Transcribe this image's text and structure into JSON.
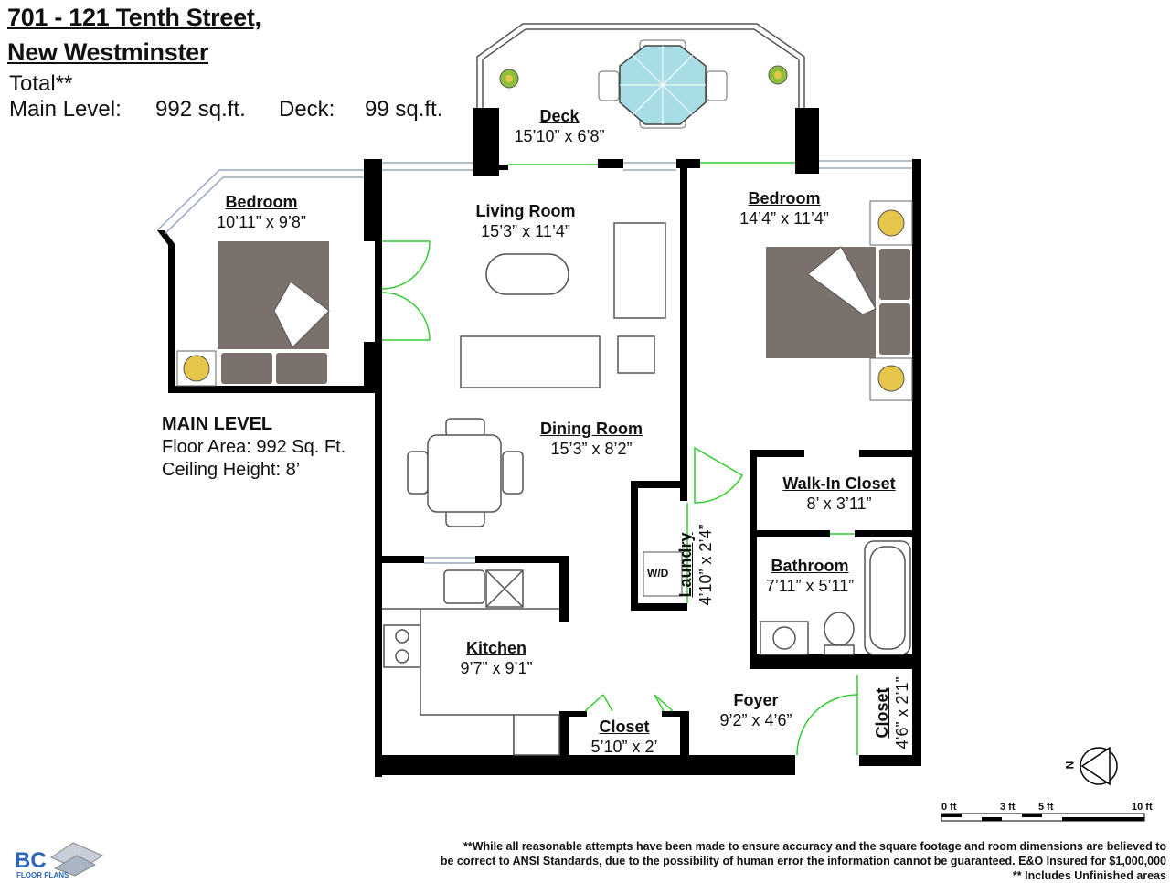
{
  "header": {
    "address_line1": "701 - 121 Tenth Street,",
    "address_line2": "New Westminster"
  },
  "totals": {
    "label": "Total**",
    "main_level_label": "Main Level:",
    "main_level_value": "992 sq.ft.",
    "deck_label": "Deck:",
    "deck_value": "99 sq.ft."
  },
  "main_level_info": {
    "title": "MAIN LEVEL",
    "floor_area": "Floor Area: 992 Sq. Ft.",
    "ceiling_height": "Ceiling Height: 8’"
  },
  "rooms": {
    "deck": {
      "name": "Deck",
      "dims": "15’10” x 6’8”"
    },
    "bedroom_left": {
      "name": "Bedroom",
      "dims": "10’11” x 9’8”"
    },
    "living_room": {
      "name": "Living Room",
      "dims": "15’3” x 11’4”"
    },
    "bedroom_right": {
      "name": "Bedroom",
      "dims": "14’4” x 11’4”"
    },
    "dining_room": {
      "name": "Dining Room",
      "dims": "15’3” x 8’2”"
    },
    "walk_in_closet": {
      "name": "Walk-In Closet",
      "dims": "8’ x 3’11”"
    },
    "laundry": {
      "name": "Laundry",
      "dims": "4’10” x 2’4”"
    },
    "bathroom": {
      "name": "Bathroom",
      "dims": "7’11” x 5’11”"
    },
    "kitchen": {
      "name": "Kitchen",
      "dims": "9’7” x 9’1”"
    },
    "closet_small": {
      "name": "Closet",
      "dims": "5’10” x 2’"
    },
    "foyer": {
      "name": "Foyer",
      "dims": "9’2” x 4’6”"
    },
    "closet_foyer": {
      "name": "Closet",
      "dims": "4’6” x 2’1”"
    }
  },
  "appliances": {
    "washer_dryer": "W/D"
  },
  "compass": {
    "north_label": "N"
  },
  "scale_bar": {
    "labels": [
      "0 ft",
      "3 ft",
      "5 ft",
      "10 ft"
    ]
  },
  "logo": {
    "text": "BC",
    "subtext": "FLOOR PLANS"
  },
  "disclaimer": {
    "line1": "**While all reasonable attempts have been made to ensure accuracy and the square footage and room dimensions are believed to",
    "line2": "be correct to ANSI Standards, due to the possibility of human error the information cannot be guaranteed. E&O Insured for $1,000,000",
    "line3": "** Includes Unfinished areas"
  },
  "colors": {
    "wall": "#000000",
    "furniture": "#7a706c",
    "door_swing": "#33cc33",
    "table_top": "#a9dde6",
    "window": "#9aa8c4"
  }
}
